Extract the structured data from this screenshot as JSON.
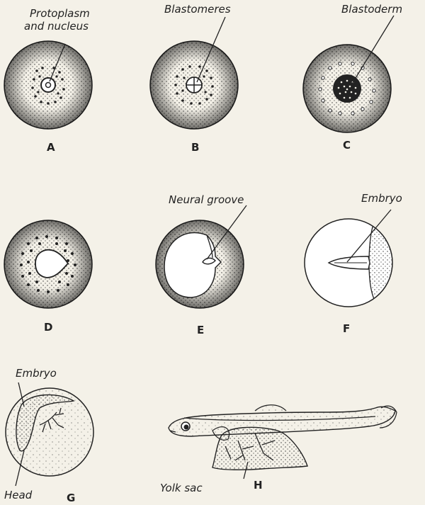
{
  "panels": [
    {
      "letter": "A",
      "labels": [
        "Protoplasm",
        "and nucleus"
      ]
    },
    {
      "letter": "B",
      "labels": [
        "Blastomeres"
      ]
    },
    {
      "letter": "C",
      "labels": [
        "Blastoderm"
      ]
    },
    {
      "letter": "D",
      "labels": []
    },
    {
      "letter": "E",
      "labels": [
        "Neural groove"
      ]
    },
    {
      "letter": "F",
      "labels": [
        "Embryo"
      ]
    },
    {
      "letter": "G",
      "labels": [
        "Embryo",
        "Head"
      ]
    },
    {
      "letter": "H",
      "labels": [
        "Yolk sac"
      ]
    }
  ]
}
